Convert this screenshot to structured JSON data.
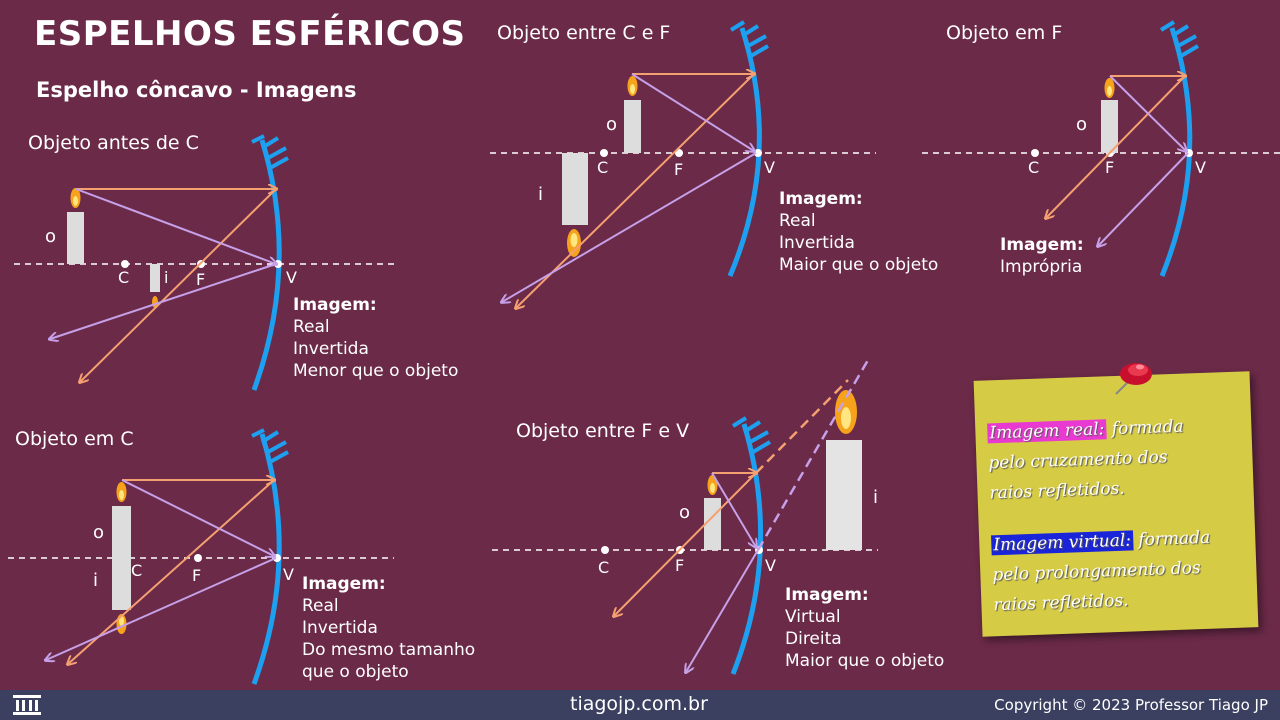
{
  "title": "ESPELHOS ESFÉRICOS",
  "subtitle": "Espelho côncavo - Imagens",
  "panels": {
    "p1": {
      "title": "Objeto antes de C",
      "obj": "o",
      "img": "i",
      "C": "C",
      "F": "F",
      "V": "V",
      "head": "Imagem:",
      "l1": "Real",
      "l2": "Invertida",
      "l3": "Menor que o objeto"
    },
    "p2": {
      "title": "Objeto entre C e F",
      "obj": "o",
      "img": "i",
      "C": "C",
      "F": "F",
      "V": "V",
      "head": "Imagem:",
      "l1": "Real",
      "l2": "Invertida",
      "l3": "Maior que o objeto"
    },
    "p3": {
      "title": "Objeto em F",
      "obj": "o",
      "C": "C",
      "F": "F",
      "V": "V",
      "head": "Imagem:",
      "l1": "Imprópria"
    },
    "p4": {
      "title": "Objeto em C",
      "obj": "o",
      "img": "i",
      "C": "C",
      "F": "F",
      "V": "V",
      "head": "Imagem:",
      "l1": "Real",
      "l2": "Invertida",
      "l3": "Do mesmo tamanho",
      "l4": "que o objeto"
    },
    "p5": {
      "title": "Objeto entre F e V",
      "obj": "o",
      "img": "i",
      "C": "C",
      "F": "F",
      "V": "V",
      "head": "Imagem:",
      "l1": "Virtual",
      "l2": "Direita",
      "l3": "Maior que o objeto"
    }
  },
  "note": {
    "real_term": "Imagem real:",
    "real_def_1": "formada",
    "real_def_2": "pelo cruzamento dos",
    "real_def_3": "raios refletidos.",
    "virtual_term": "Imagem virtual:",
    "virtual_def_1": "formada",
    "virtual_def_2": "pelo prolongamento dos",
    "virtual_def_3": "raios refletidos."
  },
  "footer": {
    "site": "tiagojp.com.br",
    "copyright": "Copyright © 2023 Professor Tiago JP"
  },
  "colors": {
    "background": "#6b2a48",
    "mirror": "#1ea0f0",
    "ray_orange": "#f5a070",
    "ray_purple": "#c6a0e8",
    "note": "#d6cb45",
    "highlight_pink": "#e83ad0",
    "highlight_blue": "#1a24d8"
  }
}
